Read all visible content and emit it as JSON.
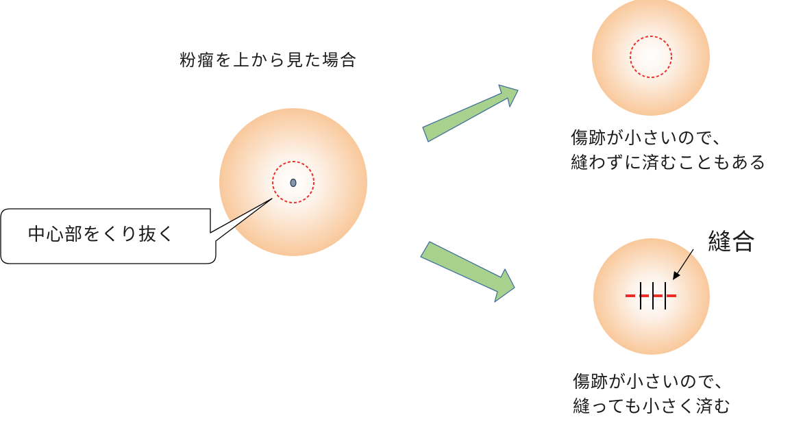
{
  "texts": {
    "title": "粉瘤を上から見た場合",
    "callout": "中心部をくり抜く",
    "top_result": {
      "line1": "傷跡が小さいので、",
      "line2": "縫わずに済むこともある"
    },
    "bottom_result": {
      "line1": "傷跡が小さいので、",
      "line2": "縫っても小さく済む"
    },
    "suture_label": "縫合"
  },
  "colors": {
    "cyst_outer": "#f9c89b",
    "cyst_inner": "#ffffff",
    "incision_dashed": "#e8302a",
    "suture_line": "#e8302a",
    "stitch": "#000000",
    "arrow_fill": "#a9d18e",
    "arrow_stroke": "#41719c",
    "callout_border": "#000000",
    "core_fill": "#8497b0",
    "core_stroke": "#2f3b4c"
  },
  "icons": {
    "arrow_up": "arrow-up-right-icon",
    "arrow_down": "arrow-down-right-icon",
    "pointer": "pointer-arrow-icon"
  },
  "stitches": 3
}
